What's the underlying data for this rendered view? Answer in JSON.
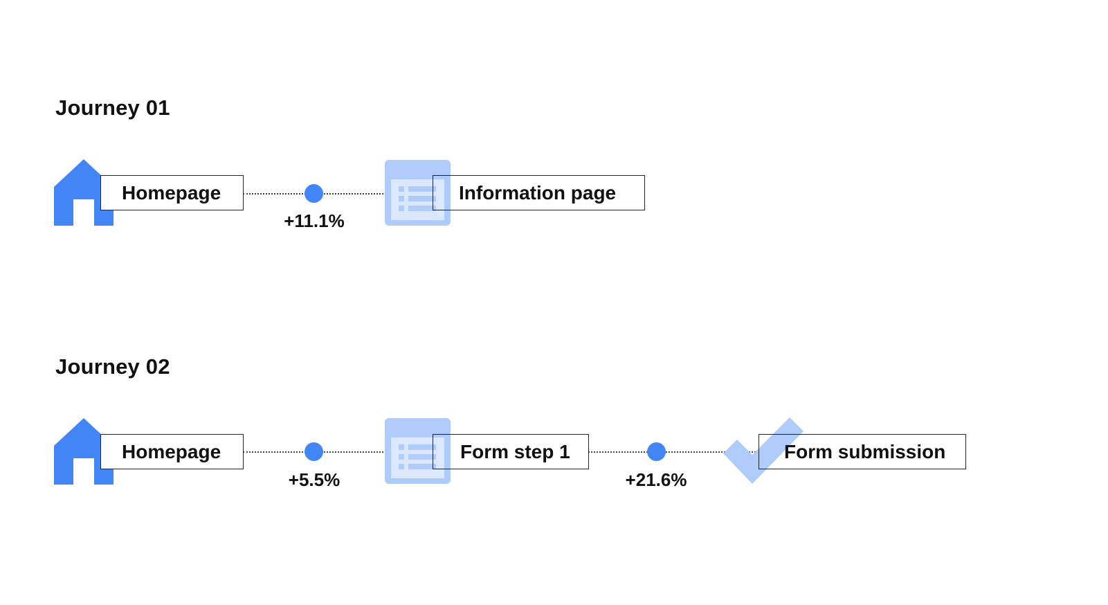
{
  "colors": {
    "primary_blue": "#4285f4",
    "light_blue": "#aecbfa",
    "box_border": "#222222",
    "connector": "#444444"
  },
  "journeys": [
    {
      "title": "Journey 01",
      "steps": [
        {
          "label": "Homepage",
          "icon": "home-icon"
        },
        {
          "label": "Information page",
          "icon": "form-page-icon"
        }
      ],
      "transitions": [
        {
          "value": "+11.1%"
        }
      ]
    },
    {
      "title": "Journey 02",
      "steps": [
        {
          "label": "Homepage",
          "icon": "home-icon"
        },
        {
          "label": "Form step 1",
          "icon": "form-page-icon"
        },
        {
          "label": "Form submission",
          "icon": "checkmark-icon"
        }
      ],
      "transitions": [
        {
          "value": "+5.5%"
        },
        {
          "value": "+21.6%"
        }
      ]
    }
  ]
}
